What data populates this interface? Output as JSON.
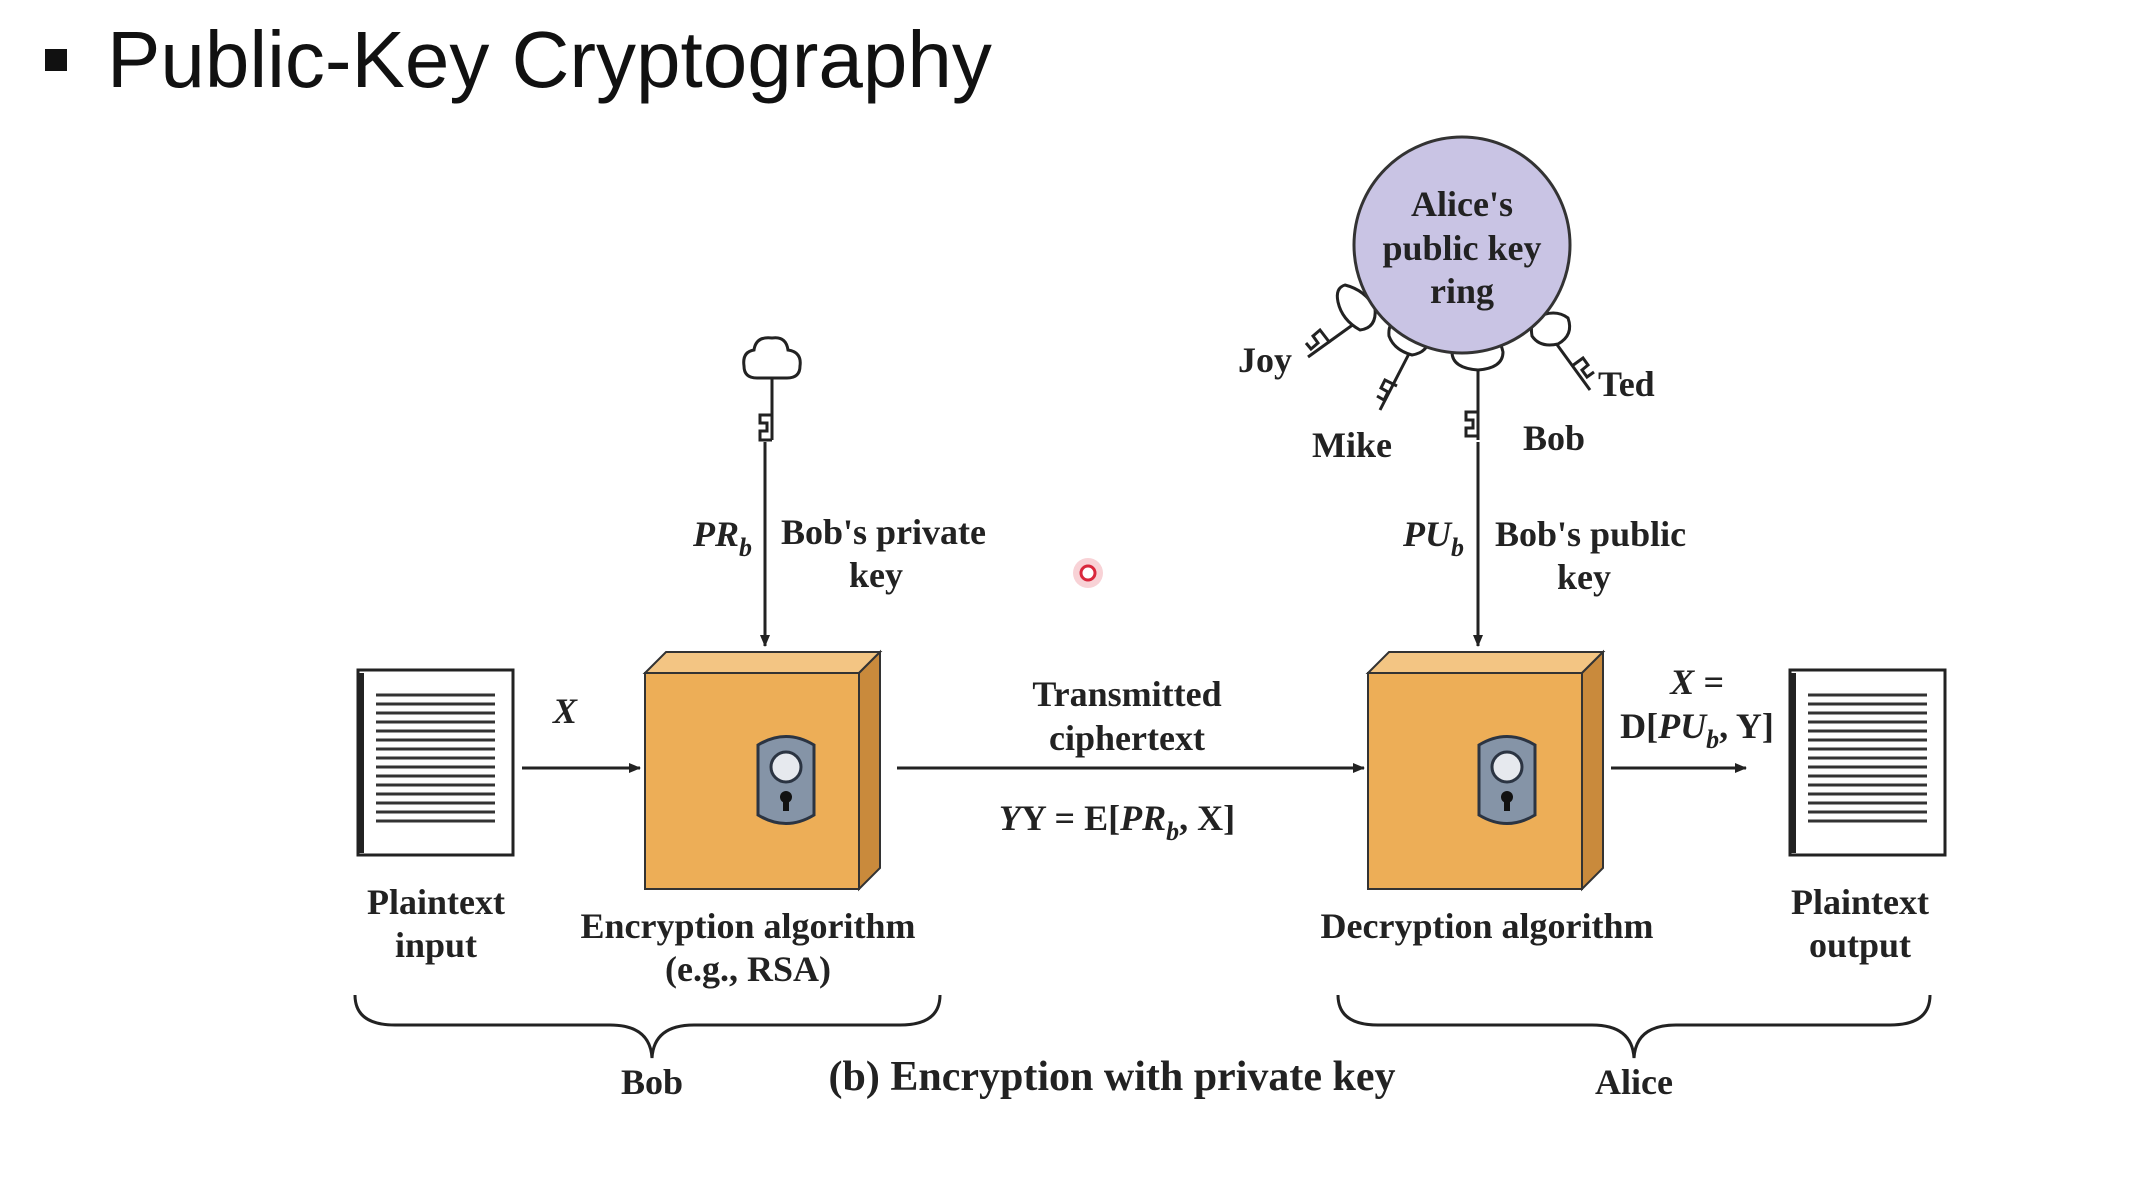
{
  "slide": {
    "title": "Public-Key Cryptography"
  },
  "diagram": {
    "caption": "(b) Encryption with private key",
    "bob_group": "Bob",
    "alice_group": "Alice",
    "plaintext_input": [
      "Plaintext",
      "input"
    ],
    "plaintext_output": [
      "Plaintext",
      "output"
    ],
    "encryption": [
      "Encryption algorithm",
      "(e.g., RSA)"
    ],
    "decryption": "Decryption algorithm",
    "x_label": "X",
    "private_key": {
      "symbol": "PR",
      "sub": "b",
      "desc": [
        "Bob's private",
        "key"
      ]
    },
    "public_key": {
      "symbol": "PU",
      "sub": "b",
      "desc": [
        "Bob's public",
        "key"
      ]
    },
    "transmitted": [
      "Transmitted",
      "ciphertext"
    ],
    "ciphertext_formula": {
      "pre": "Y = E[",
      "sym": "PR",
      "sub": "b",
      "post": ", X]"
    },
    "output_formula": {
      "line1": "X =",
      "pre": "D[",
      "sym": "PU",
      "sub": "b",
      "post": ", Y]"
    },
    "key_ring": {
      "label": [
        "Alice's",
        "public key",
        "ring"
      ],
      "keys": [
        "Joy",
        "Mike",
        "Bob",
        "Ted"
      ]
    }
  },
  "colors": {
    "box_front": "#EDAE57",
    "box_top": "#F3C583",
    "box_side": "#C98A3C",
    "ring_fill": "#C9C4E4",
    "lock_plate": "#8594A7",
    "pointer": "#D9283C"
  }
}
